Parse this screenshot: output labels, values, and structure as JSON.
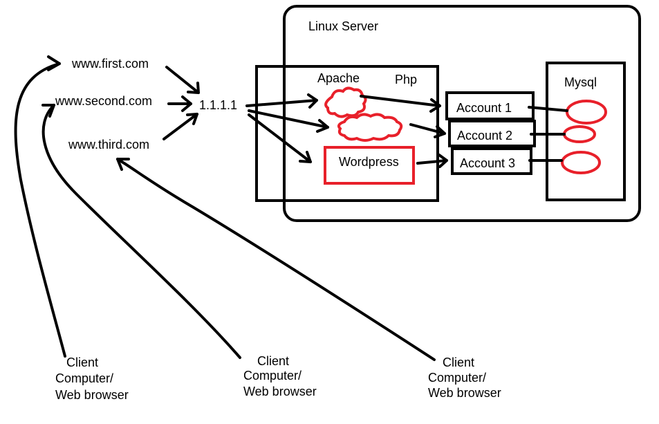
{
  "server": {
    "title": "Linux Server"
  },
  "web_stack": {
    "apache": "Apache",
    "php": "Php",
    "wordpress": "Wordpress"
  },
  "ip": "1.1.1.1",
  "domains": [
    "www.first.com",
    "www.second.com",
    "www.third.com"
  ],
  "accounts": [
    "Account 1",
    "Account 2",
    "Account 3"
  ],
  "database": {
    "title": "Mysql"
  },
  "clients": [
    {
      "lines": [
        "Client",
        "Computer/",
        "Web browser"
      ]
    },
    {
      "lines": [
        "Client",
        "Computer/",
        "Web browser"
      ]
    },
    {
      "lines": [
        "Client",
        "Computer/",
        "Web browser"
      ]
    }
  ],
  "colors": {
    "accent": "#e8202a",
    "stroke": "#000000"
  }
}
